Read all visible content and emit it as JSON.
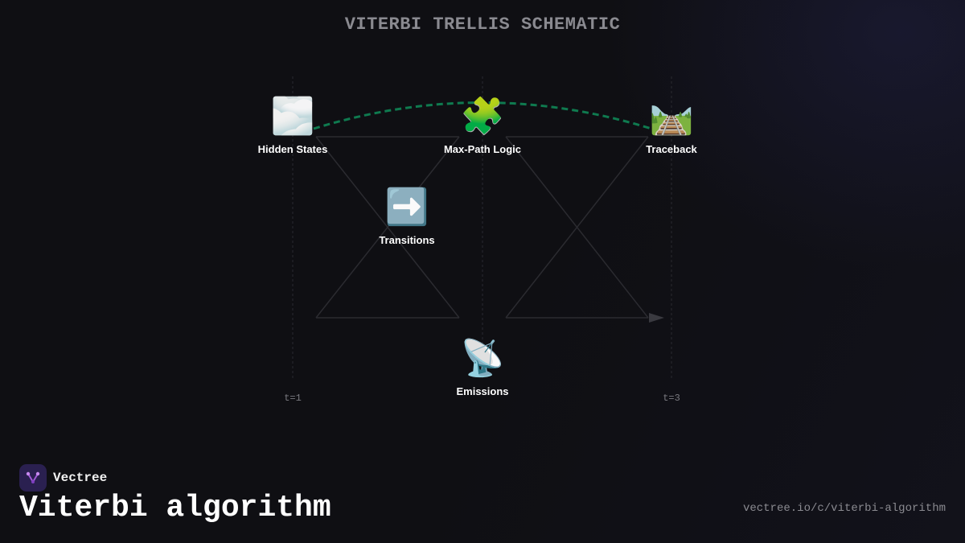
{
  "title": "VITERBI TRELLIS SCHEMATIC",
  "nodes": {
    "hidden_states": {
      "label": "Hidden States",
      "icon": "cloud-icon",
      "emoji": "🌫️"
    },
    "max_path": {
      "label": "Max-Path Logic",
      "icon": "puzzle-piece-icon",
      "emoji": "🧩"
    },
    "traceback": {
      "label": "Traceback",
      "icon": "railway-track-icon",
      "emoji": "🛤️"
    },
    "transitions": {
      "label": "Transitions",
      "icon": "right-arrow-icon",
      "emoji": "➡️"
    },
    "emissions": {
      "label": "Emissions",
      "icon": "satellite-dish-icon",
      "emoji": "📡"
    }
  },
  "time_ticks": [
    "t=1",
    "t=3"
  ],
  "colors": {
    "path": "#0f7a4f",
    "lines": "#2b2b30",
    "logo_bg": "#2a2050",
    "logo_accent": "#a25bd8"
  },
  "brand": {
    "name": "Vectree"
  },
  "page_title": "Viterbi algorithm",
  "url": "vectree.io/c/viterbi-algorithm"
}
